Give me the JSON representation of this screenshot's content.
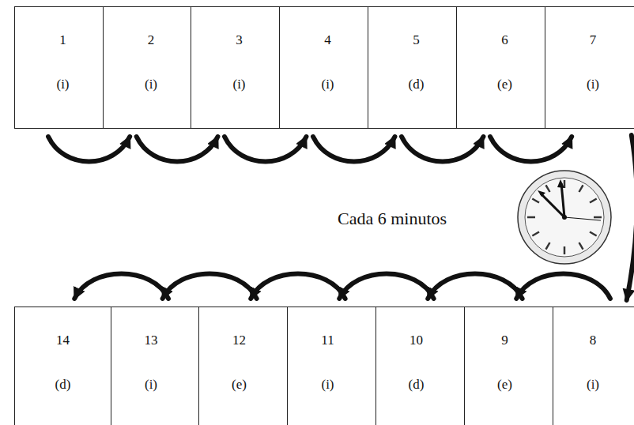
{
  "diagram": {
    "nodes": [
      {
        "text": [
          "1",
          "(i)"
        ]
      },
      {
        "text": [
          "2",
          "(i)"
        ]
      },
      {
        "text": [
          "3",
          "(i)"
        ]
      },
      {
        "text": [
          "4",
          "(i)"
        ]
      },
      {
        "text": [
          "5",
          "(d)"
        ]
      },
      {
        "text": [
          "6",
          "(e)"
        ]
      },
      {
        "text": [
          "7",
          "(i)"
        ]
      },
      {
        "text": [
          "8",
          "(i)"
        ]
      },
      {
        "text": [
          "9",
          "(e)"
        ]
      },
      {
        "text": [
          "10",
          "(d)"
        ]
      },
      {
        "text": [
          "11",
          "(i)"
        ]
      },
      {
        "text": [
          "12",
          "(e)"
        ]
      },
      {
        "text": [
          "13",
          "(i)"
        ]
      },
      {
        "text": [
          "14",
          "(d)"
        ]
      }
    ],
    "edges": [
      {
        "from": 0,
        "to": 1,
        "arrow": "to"
      },
      {
        "from": 1,
        "to": 2,
        "arrow": "to"
      },
      {
        "from": 2,
        "to": 3,
        "arrow": "to"
      },
      {
        "from": 3,
        "to": 4,
        "arrow": "to"
      },
      {
        "from": 4,
        "to": 5,
        "arrow": "to"
      },
      {
        "from": 5,
        "to": 6,
        "arrow": "to"
      },
      {
        "from": 6,
        "to": 7,
        "arrow": "to"
      },
      {
        "from": 7,
        "to": 8,
        "arrow": "to"
      },
      {
        "from": 8,
        "to": 9,
        "arrow": "to"
      },
      {
        "from": 9,
        "to": 10,
        "arrow": "to"
      },
      {
        "from": 10,
        "to": 11,
        "arrow": "to"
      },
      {
        "from": 11,
        "to": 12,
        "arrow": "to"
      },
      {
        "from": 12,
        "to": 13,
        "arrow": "to"
      }
    ],
    "labels": [
      "Cada 6 minutos"
    ]
  }
}
